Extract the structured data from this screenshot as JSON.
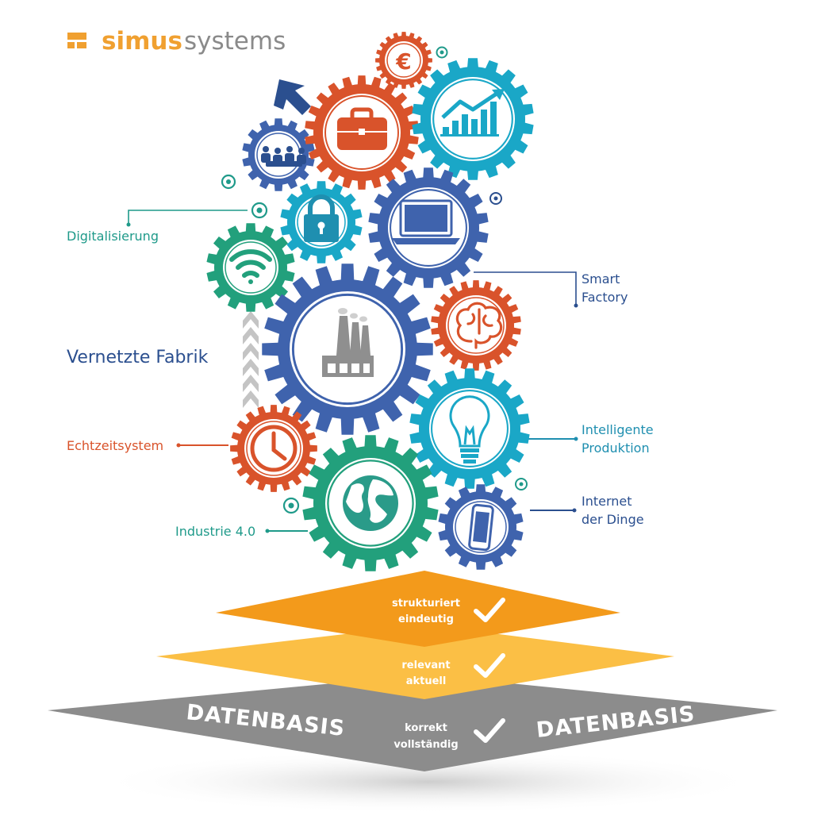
{
  "brand": {
    "name_bold": "simus",
    "name_light": "systems",
    "color_orange": "#f0a030",
    "color_gray": "#8a8a8a"
  },
  "labels": {
    "digitalisierung": "Digitalisierung",
    "smart": "Smart",
    "factory": "Factory",
    "vernetzte": "Vernetzte Fabrik",
    "echtzeit": "Echtzeitsystem",
    "intelligente": "Intelligente",
    "produktion": "Produktion",
    "internet": "Internet",
    "der_dinge": "der Dinge",
    "industrie": "Industrie 4.0"
  },
  "pyramid": {
    "top_line1": "strukturiert",
    "top_line2": "eindeutig",
    "mid_line1": "relevant",
    "mid_line2": "aktuell",
    "bottom_line1": "korrekt",
    "bottom_line2": "vollständig",
    "datenbasis_left": "DATENBASIS",
    "datenbasis_right": "DATENBASIS"
  },
  "icons": {
    "euro": "€",
    "arrow": "arrow-up-left-icon",
    "team": "team-icon",
    "briefcase": "briefcase-icon",
    "chart": "growth-chart-icon",
    "lock": "lock-icon",
    "laptop": "laptop-icon",
    "wifi": "wifi-icon",
    "factory": "factory-icon",
    "brain": "brain-icon",
    "bulb": "lightbulb-icon",
    "clock": "clock-icon",
    "globe": "globe-icon",
    "phone": "smartphone-icon"
  },
  "colors": {
    "blue": "#3f63ad",
    "orange": "#d9532b",
    "cyan": "#1aa7c7",
    "teal": "#1f9a8a",
    "green": "#22a07c",
    "navy": "#2b4f8f",
    "gold": "#f39a1b",
    "yellow": "#fbbf45",
    "gray": "#8c8c8c"
  }
}
